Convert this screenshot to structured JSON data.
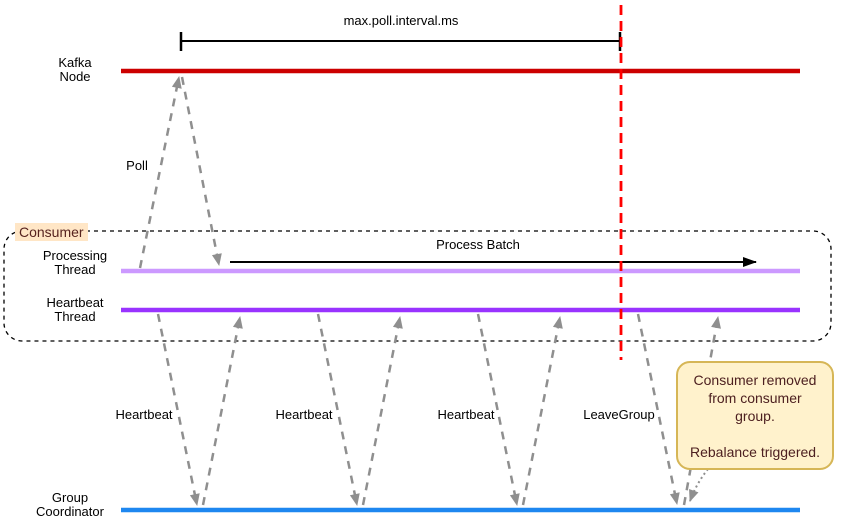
{
  "diagram": {
    "interval_label": "max.poll.interval.ms",
    "consumer_box_label": "Consumer",
    "poll_label": "Poll",
    "process_batch_label": "Process Batch"
  },
  "lanes": {
    "kafka_node": {
      "line1": "Kafka",
      "line2": "Node",
      "color": "#CC0000"
    },
    "processing_thread": {
      "line1": "Processing",
      "line2": "Thread",
      "color": "#CC99FF"
    },
    "heartbeat_thread": {
      "line1": "Heartbeat",
      "line2": "Thread",
      "color": "#9933FF"
    },
    "group_coordinator": {
      "line1": "Group",
      "line2": "Coordinator",
      "color": "#1E87F0"
    }
  },
  "messages": {
    "heartbeat1": "Heartbeat",
    "heartbeat2": "Heartbeat",
    "heartbeat3": "Heartbeat",
    "leave_group": "LeaveGroup"
  },
  "note": {
    "line1": "Consumer removed from consumer group.",
    "line2": "Rebalance triggered.",
    "fill": "#FFF2CC",
    "border": "#D6B656",
    "text_color": "#4D2020"
  },
  "styles": {
    "timeout_marker_color": "#FF0000",
    "message_arrow_color": "#8F8F8F",
    "consumer_label_highlight": "#FFE6C6"
  }
}
